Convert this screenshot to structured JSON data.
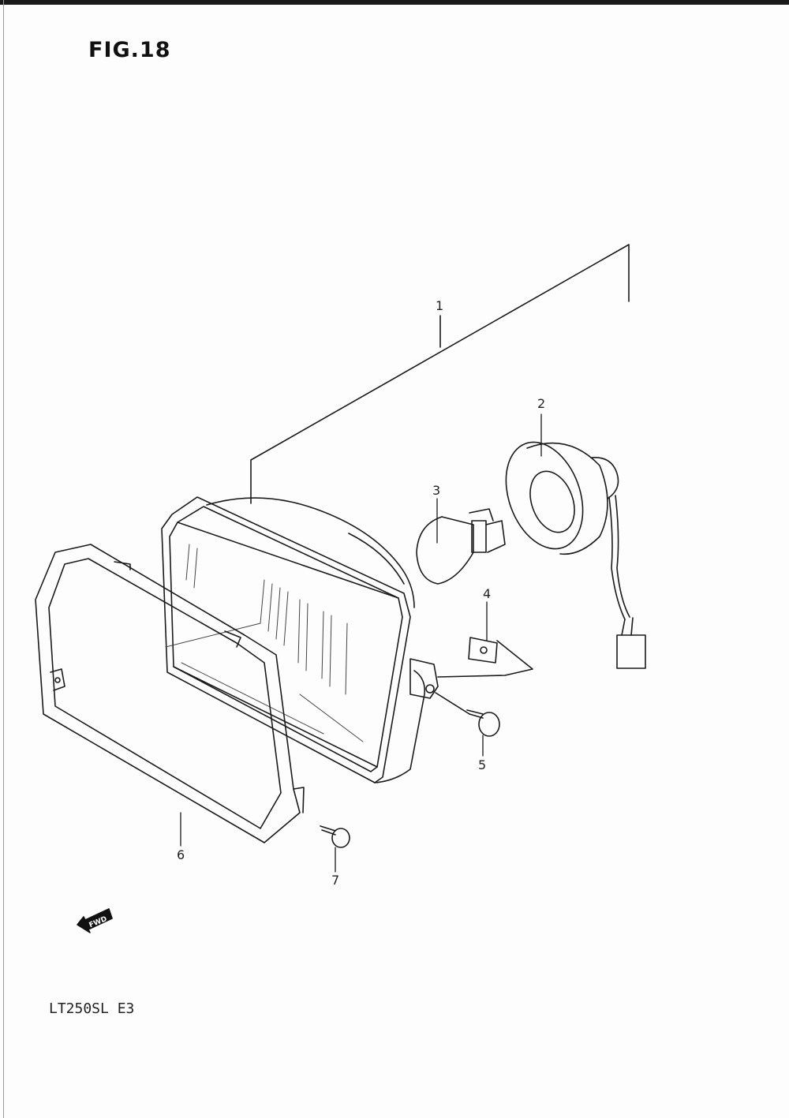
{
  "figure": {
    "title": "FIG.18"
  },
  "footer": {
    "model_code": "LT250SL  E3"
  },
  "callouts": {
    "c1": "1",
    "c2": "2",
    "c3": "3",
    "c4": "4",
    "c5": "5",
    "c6": "6",
    "c7": "7"
  },
  "direction_badge": {
    "label": "FWD",
    "icon": "fwd-arrow-icon"
  }
}
